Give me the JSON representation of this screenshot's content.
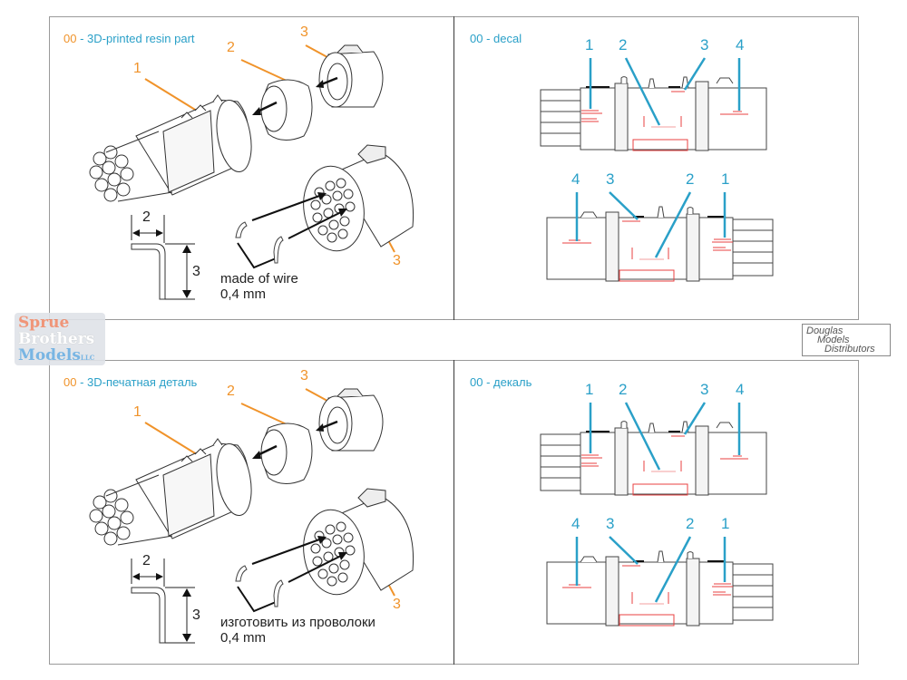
{
  "panels": {
    "resin_en": {
      "title_num": "00",
      "title_text": " - 3D-printed resin part",
      "callouts": [
        "1",
        "2",
        "3",
        "3"
      ],
      "bend_dims": {
        "width": "2",
        "height": "3"
      },
      "wire_note_line1": "made of wire",
      "wire_note_line2": "0,4 mm"
    },
    "decal_en": {
      "title_num": "00",
      "title_text": " - decal",
      "top_callouts": [
        "1",
        "2",
        "3",
        "4"
      ],
      "bottom_callouts": [
        "4",
        "3",
        "2",
        "1"
      ]
    },
    "resin_ru": {
      "title_num": "00",
      "title_text": " - 3D-печатная деталь",
      "callouts": [
        "1",
        "2",
        "3",
        "3"
      ],
      "bend_dims": {
        "width": "2",
        "height": "3"
      },
      "wire_note_line1": "изготовить из проволоки",
      "wire_note_line2": "0,4 mm"
    },
    "decal_ru": {
      "title_num": "00",
      "title_text": " - декаль",
      "top_callouts": [
        "1",
        "2",
        "3",
        "4"
      ],
      "bottom_callouts": [
        "4",
        "3",
        "2",
        "1"
      ]
    }
  },
  "watermarks": {
    "left": {
      "line1": "Sprue",
      "line2": "Brothers",
      "line3": "Models",
      "suffix": "LLC"
    },
    "right": {
      "line1": "Douglas",
      "line2": "Models",
      "line3": "Distributors"
    }
  },
  "colors": {
    "part_callout": "#f0932a",
    "decal_callout": "#2aa0c8",
    "decal_marking": "#e84040",
    "line_art": "#222222"
  }
}
